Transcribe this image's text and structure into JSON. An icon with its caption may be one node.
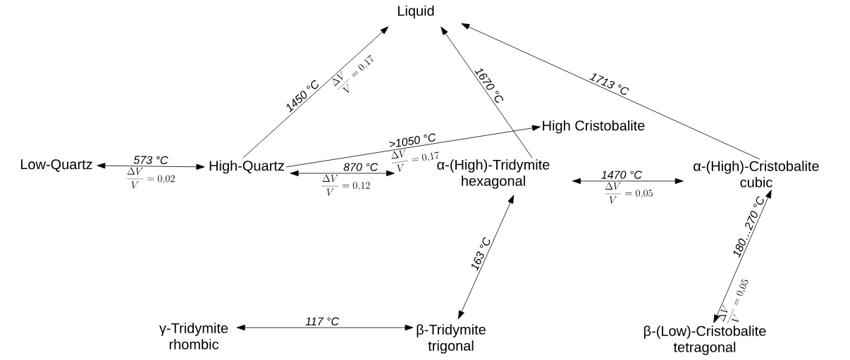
{
  "diagram": {
    "nodes": [
      {
        "text": [
          "Liquid"
        ]
      },
      {
        "text": [
          "Low-Quartz"
        ]
      },
      {
        "text": [
          "High-Quartz"
        ]
      },
      {
        "text": [
          "High Cristobalite"
        ]
      },
      {
        "text": [
          "α-(High)-Tridymite",
          "hexagonal"
        ]
      },
      {
        "text": [
          "α-(High)-Cristobalite",
          "cubic"
        ]
      },
      {
        "text": [
          "γ-Tridymite",
          "rhombic"
        ]
      },
      {
        "text": [
          "β-Tridymite",
          "trigonal"
        ]
      },
      {
        "text": [
          "β-(Low)-Cristobalite",
          "tetragonal"
        ]
      }
    ],
    "edges": [
      {
        "from": 1,
        "to": 2,
        "arrow": "both",
        "label": "573 °C"
      },
      {
        "from": 2,
        "to": 0,
        "arrow": "to",
        "label": "1450 °C"
      },
      {
        "from": 2,
        "to": 3,
        "arrow": "to",
        "label": ">1050 °C"
      },
      {
        "from": 2,
        "to": 4,
        "arrow": "both",
        "label": "870 °C"
      },
      {
        "from": 4,
        "to": 0,
        "arrow": "to",
        "label": "1670 °C"
      },
      {
        "from": 5,
        "to": 0,
        "arrow": "to",
        "label": "1713 °C"
      },
      {
        "from": 4,
        "to": 5,
        "arrow": "both",
        "label": "1470 °C"
      },
      {
        "from": 4,
        "to": 7,
        "arrow": "both",
        "label": "163 °C"
      },
      {
        "from": 5,
        "to": 8,
        "arrow": "both",
        "label": "180…270 °C"
      },
      {
        "from": 6,
        "to": 7,
        "arrow": "both",
        "label": "117 °C"
      }
    ],
    "labels": [
      "\\frac{\\Delta V}{V} = 0{,}02",
      "\\frac{\\Delta V}{V} = 0{,}17",
      "\\frac{\\Delta V}{V} = 0{,}17",
      "\\frac{\\Delta V}{V} = 0{,}12",
      "\\frac{\\Delta V}{V} = 0{,}05",
      "\\frac{\\Delta V}{V} = 0{,}05"
    ]
  }
}
